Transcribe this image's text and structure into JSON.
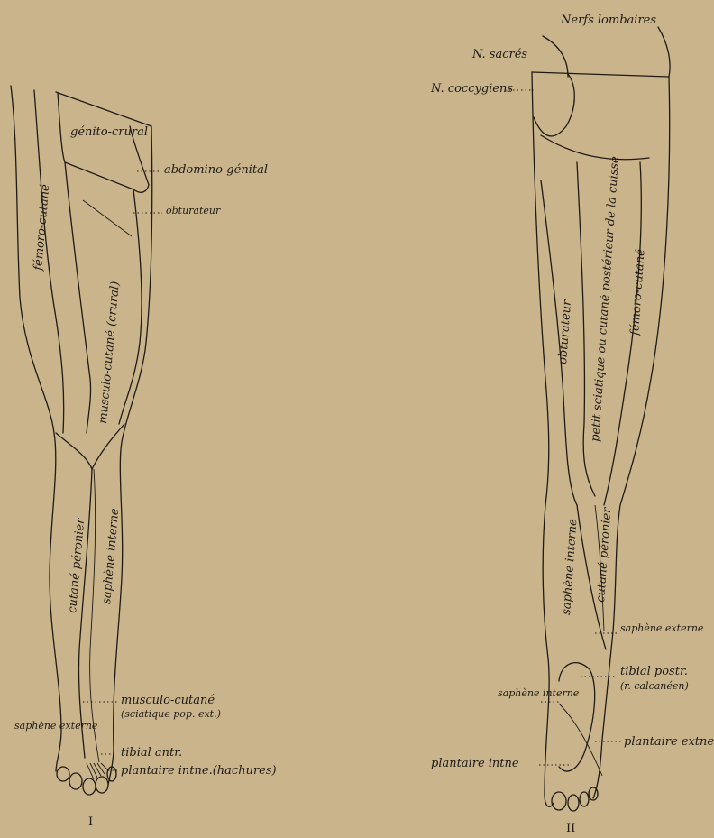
{
  "figure_I": {
    "number": "I",
    "labels": {
      "genito_crural": "génito-crural",
      "abdomino_genital": "abdomino-génital",
      "obturateur": "obturateur",
      "femoro_cutane": "fémoro-cutané",
      "musculo_cutane_crural": "musculo-cutané (crural)",
      "cutane_peronier": "cutané péronier",
      "saphene_interne": "saphène interne",
      "musculo_cutane": "musculo-cutané",
      "sciatique_pop_ext": "(sciatique pop. ext.)",
      "saphene_externe": "saphène externe",
      "tibial_ant": "tibial antr.",
      "plantaire_int_hachures": "plantaire intne.(hachures)"
    }
  },
  "figure_II": {
    "number": "II",
    "labels": {
      "nerfs_lombaires": "Nerfs lombaires",
      "n_sacres": "N. sacrés",
      "n_coccygiens": "N. coccygiens",
      "petit_sciatique": "petit sciatique ou cutané postérieur de la cuisse",
      "femoro_cutane": "fémoro-cutané",
      "obturateur": "obturateur",
      "saphene_interne_leg": "saphène interne",
      "cutane_peronier": "cutané péronier",
      "saphene_externe": "saphène externe",
      "tibial_post": "tibial postr.",
      "calcaneen": "(r. calcanéen)",
      "saphene_interne": "saphène interne",
      "plantaire_ext": "plantaire extne",
      "plantaire_int": "plantaire intne"
    }
  }
}
